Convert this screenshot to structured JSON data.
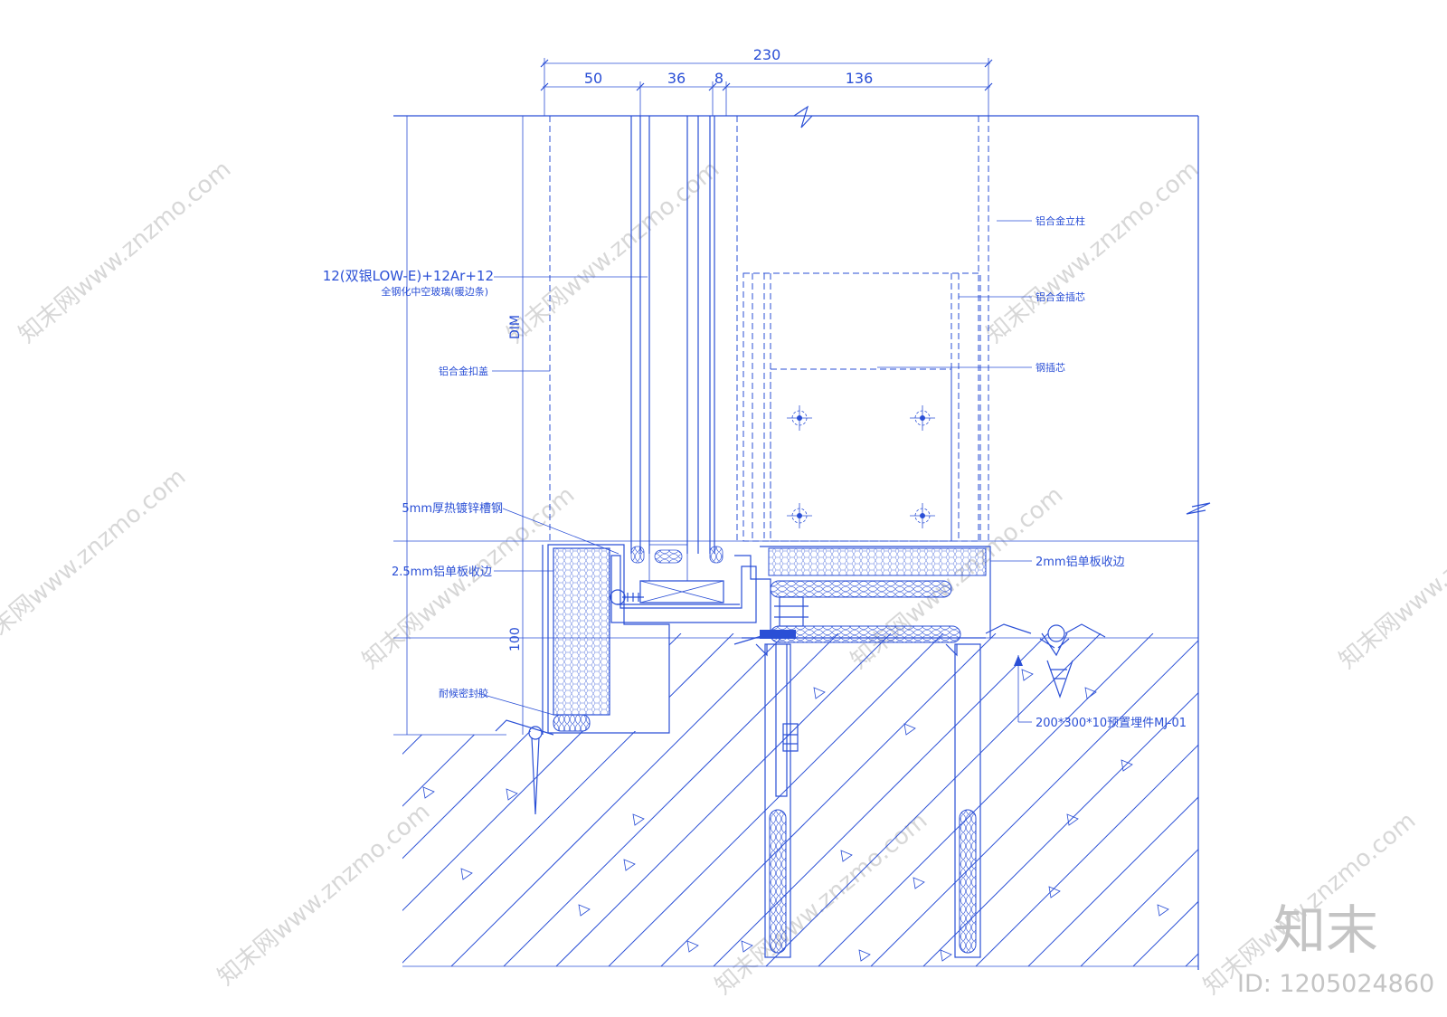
{
  "dimensions": {
    "overall": "230",
    "seg1": "50",
    "seg2": "36",
    "seg3": "8",
    "seg4": "136",
    "vertical_dim": "DIM",
    "vertical_100": "100"
  },
  "labels": {
    "glass_line1": "12(双银LOW-E)+12Ar+12",
    "glass_line2": "全钢化中空玻璃(暖边条)",
    "cover_cap": "铝合金扣盖",
    "channel_steel": "5mm厚热镀锌槽钢",
    "al_panel_left": "2.5mm铝单板收边",
    "sealant": "耐候密封胶",
    "mullion": "铝合金立柱",
    "al_insert": "铝合金插芯",
    "steel_insert": "钢插芯",
    "al_panel_right": "2mm铝单板收边",
    "embed_plate": "200*300*10预置埋件MJ-01"
  },
  "brand": {
    "logo_text": "知末",
    "id_text": "ID: 1205024860",
    "watermark": "知末网www.znzmo.com"
  },
  "colors": {
    "line": "#2a4fd6",
    "watermark": "#b8b8b8",
    "background": "#ffffff"
  }
}
